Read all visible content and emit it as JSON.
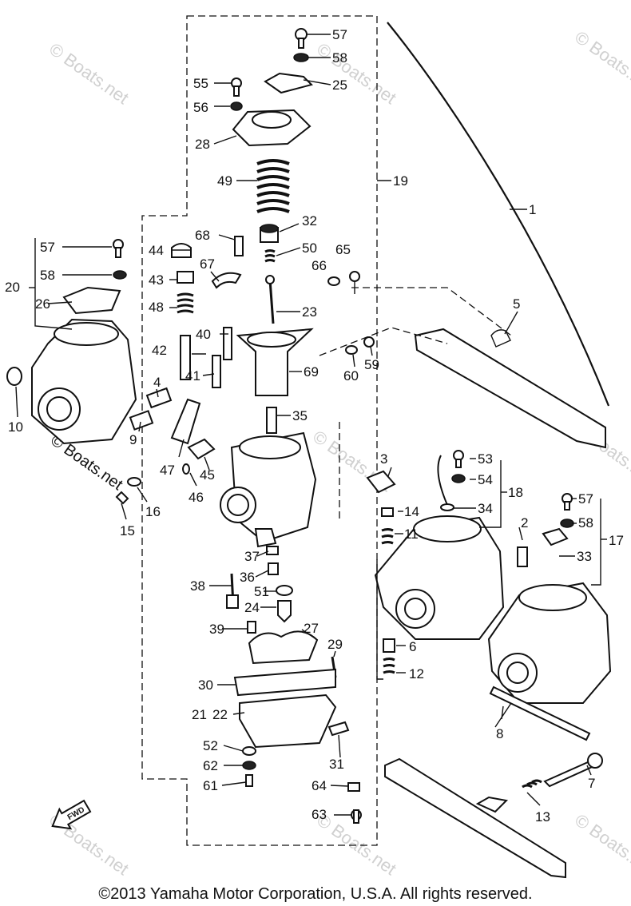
{
  "watermark": "© Boats.net",
  "fwd_label": "FWD",
  "copyright": "©2013 Yamaha Motor Corporation, U.S.A. All rights reserved.",
  "callouts": [
    "1",
    "2",
    "3",
    "4",
    "5",
    "6",
    "7",
    "8",
    "9",
    "10",
    "11",
    "12",
    "13",
    "14",
    "15",
    "16",
    "17",
    "18",
    "19",
    "20",
    "21",
    "22",
    "23",
    "24",
    "25",
    "26",
    "27",
    "28",
    "29",
    "30",
    "31",
    "32",
    "33",
    "34",
    "35",
    "36",
    "37",
    "38",
    "39",
    "40",
    "41",
    "42",
    "43",
    "44",
    "45",
    "46",
    "47",
    "48",
    "49",
    "50",
    "51",
    "52",
    "53",
    "54",
    "55",
    "56",
    "57",
    "57",
    "57",
    "58",
    "58",
    "58",
    "59",
    "60",
    "61",
    "62",
    "63",
    "64",
    "65",
    "66",
    "67",
    "68",
    "69"
  ]
}
